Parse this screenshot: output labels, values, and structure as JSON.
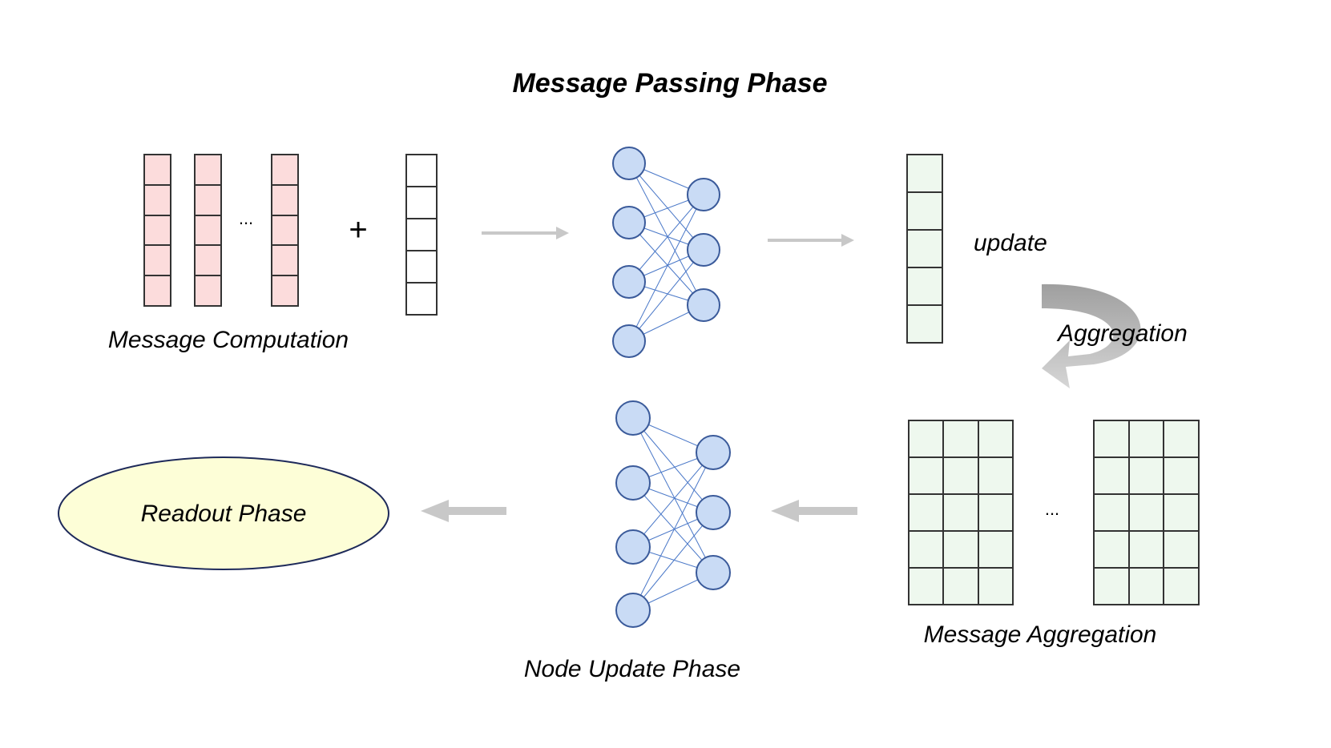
{
  "title": "Message Passing Phase",
  "labels": {
    "message_computation": "Message Computation",
    "update": "update",
    "aggregation": "Aggregation",
    "message_aggregation": "Message Aggregation",
    "node_update_phase": "Node Update Phase",
    "readout_phase": "Readout Phase",
    "ellipsis_top": "...",
    "ellipsis_bottom": "...",
    "plus": "+"
  },
  "colors": {
    "message_vector_fill": "#fcdcdc",
    "hidden_vector_fill": "#ffffff",
    "aggregated_fill": "#eef8ee",
    "neuron_fill": "#c9dbf5",
    "neuron_stroke": "#3a5a9a",
    "connection_stroke": "#4a78c8",
    "arrow_gray": "#c8c8c8",
    "curved_arrow_dark": "#a8a8a8",
    "curved_arrow_light": "#cfcfcf",
    "readout_fill": "#fdfed7",
    "readout_stroke": "#1e2a5a"
  }
}
